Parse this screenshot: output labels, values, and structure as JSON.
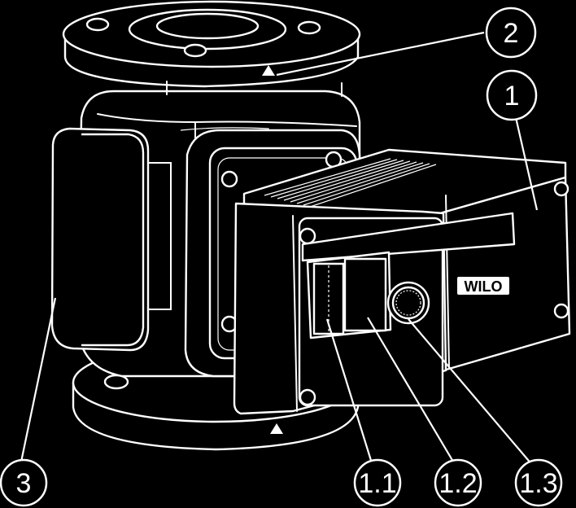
{
  "brand_logo": "WILO",
  "callouts": [
    {
      "id": "1",
      "label": "1"
    },
    {
      "id": "1.1",
      "label": "1.1"
    },
    {
      "id": "1.2",
      "label": "1.2"
    },
    {
      "id": "1.3",
      "label": "1.3"
    },
    {
      "id": "2",
      "label": "2"
    },
    {
      "id": "3",
      "label": "3"
    }
  ],
  "colors": {
    "background": "#000000",
    "lines": "#ffffff"
  }
}
